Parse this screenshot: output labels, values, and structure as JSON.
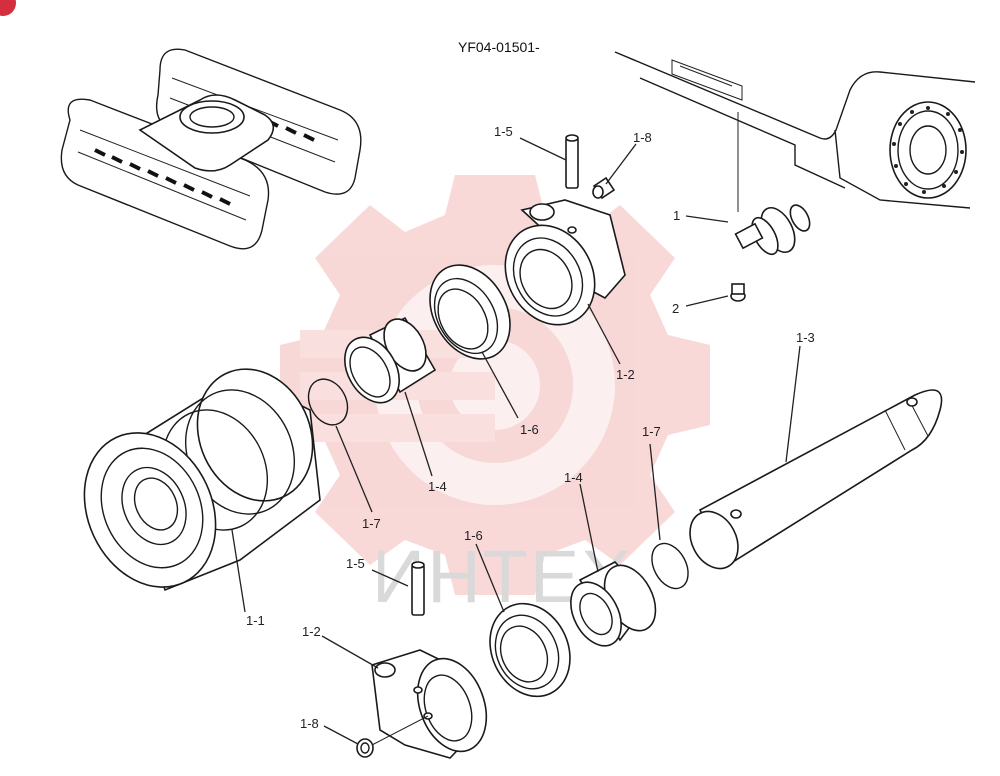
{
  "diagram": {
    "title": "YF04-01501-",
    "watermark_text": "ИНТЕХ",
    "labels": {
      "n1": "1",
      "n2": "2",
      "n1_1": "1-1",
      "n1_2_top": "1-2",
      "n1_2_bottom": "1-2",
      "n1_3": "1-3",
      "n1_4_left": "1-4",
      "n1_4_right": "1-4",
      "n1_5_top": "1-5",
      "n1_5_bottom": "1-5",
      "n1_6_top": "1-6",
      "n1_6_bottom": "1-6",
      "n1_7_left": "1-7",
      "n1_7_right": "1-7",
      "n1_8_top": "1-8",
      "n1_8_bottom": "1-8"
    },
    "colors": {
      "line": "#1a1a1a",
      "watermark_red": "#f4b8b8",
      "watermark_gray": "#d9d9d9",
      "badge": "#d32f3f"
    }
  }
}
